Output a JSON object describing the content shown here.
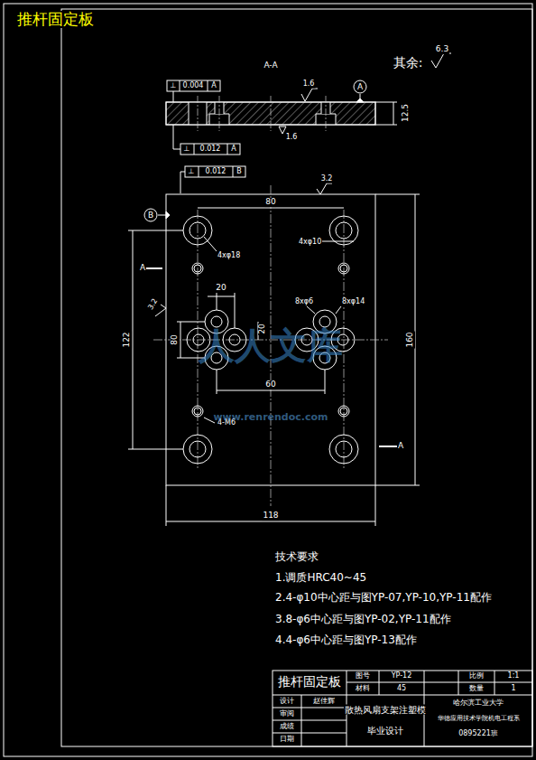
{
  "diagram": {
    "title": "推杆固定板",
    "nodes": [
      {
        "text": [
          "A"
        ]
      },
      {
        "text": [
          "B"
        ]
      }
    ],
    "labels": [
      "A-A",
      "⊥",
      "0.004",
      "A",
      "1.6",
      "12.5",
      "1.6",
      "⊥",
      "0.012",
      "A",
      "⊥",
      "0.012",
      "B",
      "3.2",
      "其余:",
      "6.3",
      "80",
      "4xφ10",
      "4xφ18",
      "A",
      "3.2",
      "20",
      "20",
      "8xφ6",
      "8xφ14",
      "80",
      "122",
      "160",
      "60",
      "4-M6",
      "118",
      "A",
      "技术要求",
      "1.调质HRC40~45",
      "2.4-φ10中心距与图YP-07,YP-10,YP-11配作",
      "3.8-φ6中心距与图YP-02,YP-11配作",
      "4.4-φ6中心距与图YP-13配作",
      "推杆固定板",
      "图号",
      "YP-12",
      "比例",
      "1:1",
      "材料",
      "45",
      "数量",
      "1",
      "设计",
      "赵佳辉",
      "审阅",
      "成绩",
      "日期",
      "散热风扇支架注塑模",
      "毕业设计",
      "哈尔滨工业大学",
      "华德应用技术学院机电工程系",
      "0895221班",
      "人人文库",
      "www.renrendoc.com"
    ]
  }
}
